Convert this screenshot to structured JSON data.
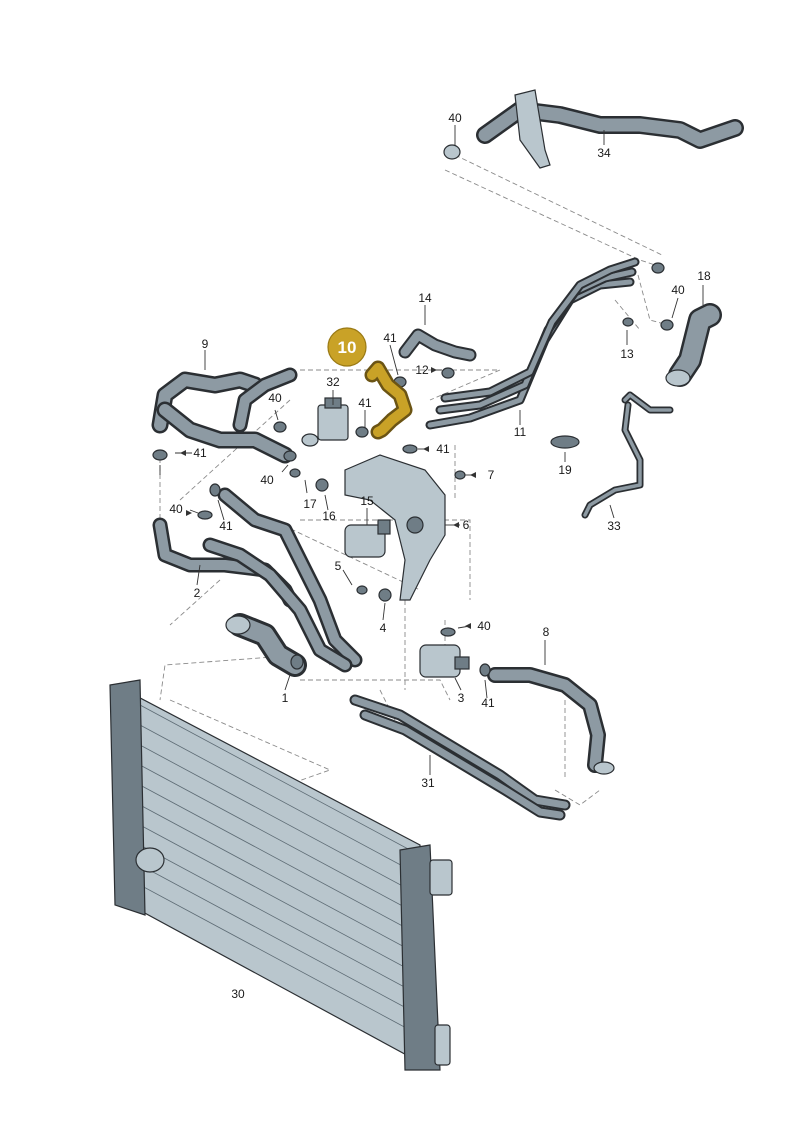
{
  "highlight": {
    "label": "10",
    "color": "#c9a227"
  },
  "callouts": {
    "c1": "1",
    "c2": "2",
    "c3": "3",
    "c4": "4",
    "c5": "5",
    "c6": "6",
    "c7": "7",
    "c8": "8",
    "c9": "9",
    "c11": "11",
    "c12": "12",
    "c13": "13",
    "c14": "14",
    "c15": "15",
    "c16": "16",
    "c17": "17",
    "c18": "18",
    "c19": "19",
    "c30": "30",
    "c31": "31",
    "c32": "32",
    "c33": "33",
    "c34": "34",
    "c40a": "40",
    "c40b": "40",
    "c40c": "40",
    "c40d": "40",
    "c40e": "40",
    "c40f": "40",
    "c41a": "41",
    "c41b": "41",
    "c41c": "41",
    "c41d": "41",
    "c41e": "41",
    "c41f": "41"
  },
  "colors": {
    "part_fill": "#b9c6cd",
    "part_stroke": "#2b2f33",
    "highlight_hose": "#c9a227"
  }
}
